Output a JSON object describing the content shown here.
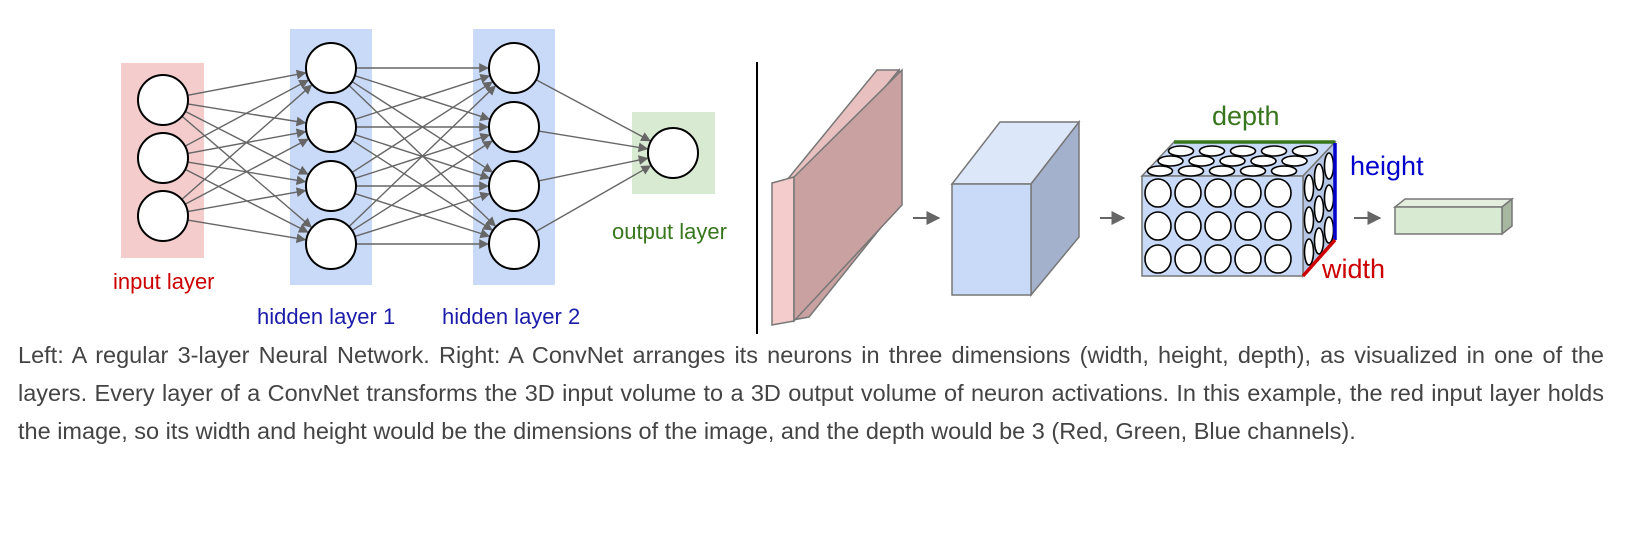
{
  "nn": {
    "input_label": "input layer",
    "hidden1_label": "hidden layer 1",
    "hidden2_label": "hidden layer 2",
    "output_label": "output layer",
    "layer_sizes": [
      3,
      4,
      4,
      1
    ]
  },
  "convnet": {
    "depth_label": "depth",
    "height_label": "height",
    "width_label": "width"
  },
  "colors": {
    "input": "#f4cccc",
    "hidden": "#c9daf8",
    "output": "#d9ead3",
    "input_text": "#cc0000",
    "hidden_text": "#1c1cab",
    "output_text": "#38761d",
    "edge": "#666666",
    "slab_front": "#c9a1a1",
    "slab_face": "#f4cccc",
    "cube_front": "#c9daf8",
    "cube_side": "#a4b1cc",
    "depth_line": "#38761d",
    "height_line": "#0000cc",
    "width_line": "#cc0000"
  },
  "caption": "Left: A regular 3-layer Neural Network. Right: A ConvNet arranges its neurons in three dimensions (width, height, depth), as visualized in one of the layers. Every layer of a ConvNet transforms the 3D input volume to a 3D output volume of neuron activations. In this example, the red input layer holds the image, so its width and height would be the dimensions of the image, and the depth would be 3 (Red, Green, Blue channels)."
}
